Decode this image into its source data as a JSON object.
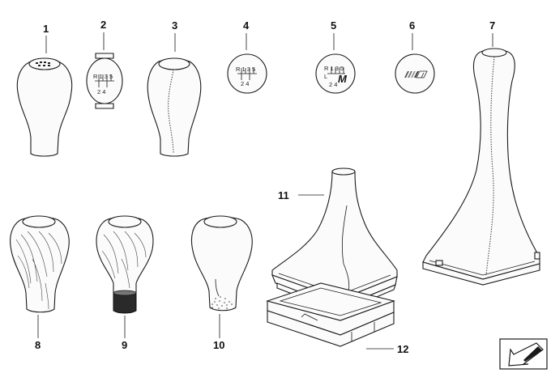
{
  "diagram": {
    "part_labels": [
      {
        "num": "1",
        "name": "gear-knob-plain"
      },
      {
        "num": "2",
        "name": "shift-pattern-insert-clip"
      },
      {
        "num": "3",
        "name": "gear-knob-leather-stitched"
      },
      {
        "num": "4",
        "name": "shift-pattern-emblem"
      },
      {
        "num": "5",
        "name": "shift-pattern-emblem-m"
      },
      {
        "num": "6",
        "name": "m-emblem"
      },
      {
        "num": "7",
        "name": "gear-knob-tall-gaiter"
      },
      {
        "num": "8",
        "name": "gear-knob-wood"
      },
      {
        "num": "9",
        "name": "gear-knob-wood-collar"
      },
      {
        "num": "10",
        "name": "gear-knob-dotted"
      },
      {
        "num": "11",
        "name": "shift-boot"
      },
      {
        "num": "12",
        "name": "boot-frame"
      }
    ],
    "pattern_5speed": {
      "top": "R 1 3 5",
      "bottom": "2 4"
    },
    "pattern_6speed": {
      "top": "R 1 3 5",
      "left": "L",
      "bottom": "2 4",
      "mark": "M"
    },
    "colors": {
      "line": "#1a1a1a",
      "fill": "#fbfbfb",
      "background": "#ffffff"
    },
    "corner_icon": "arrow-down-left-icon"
  }
}
